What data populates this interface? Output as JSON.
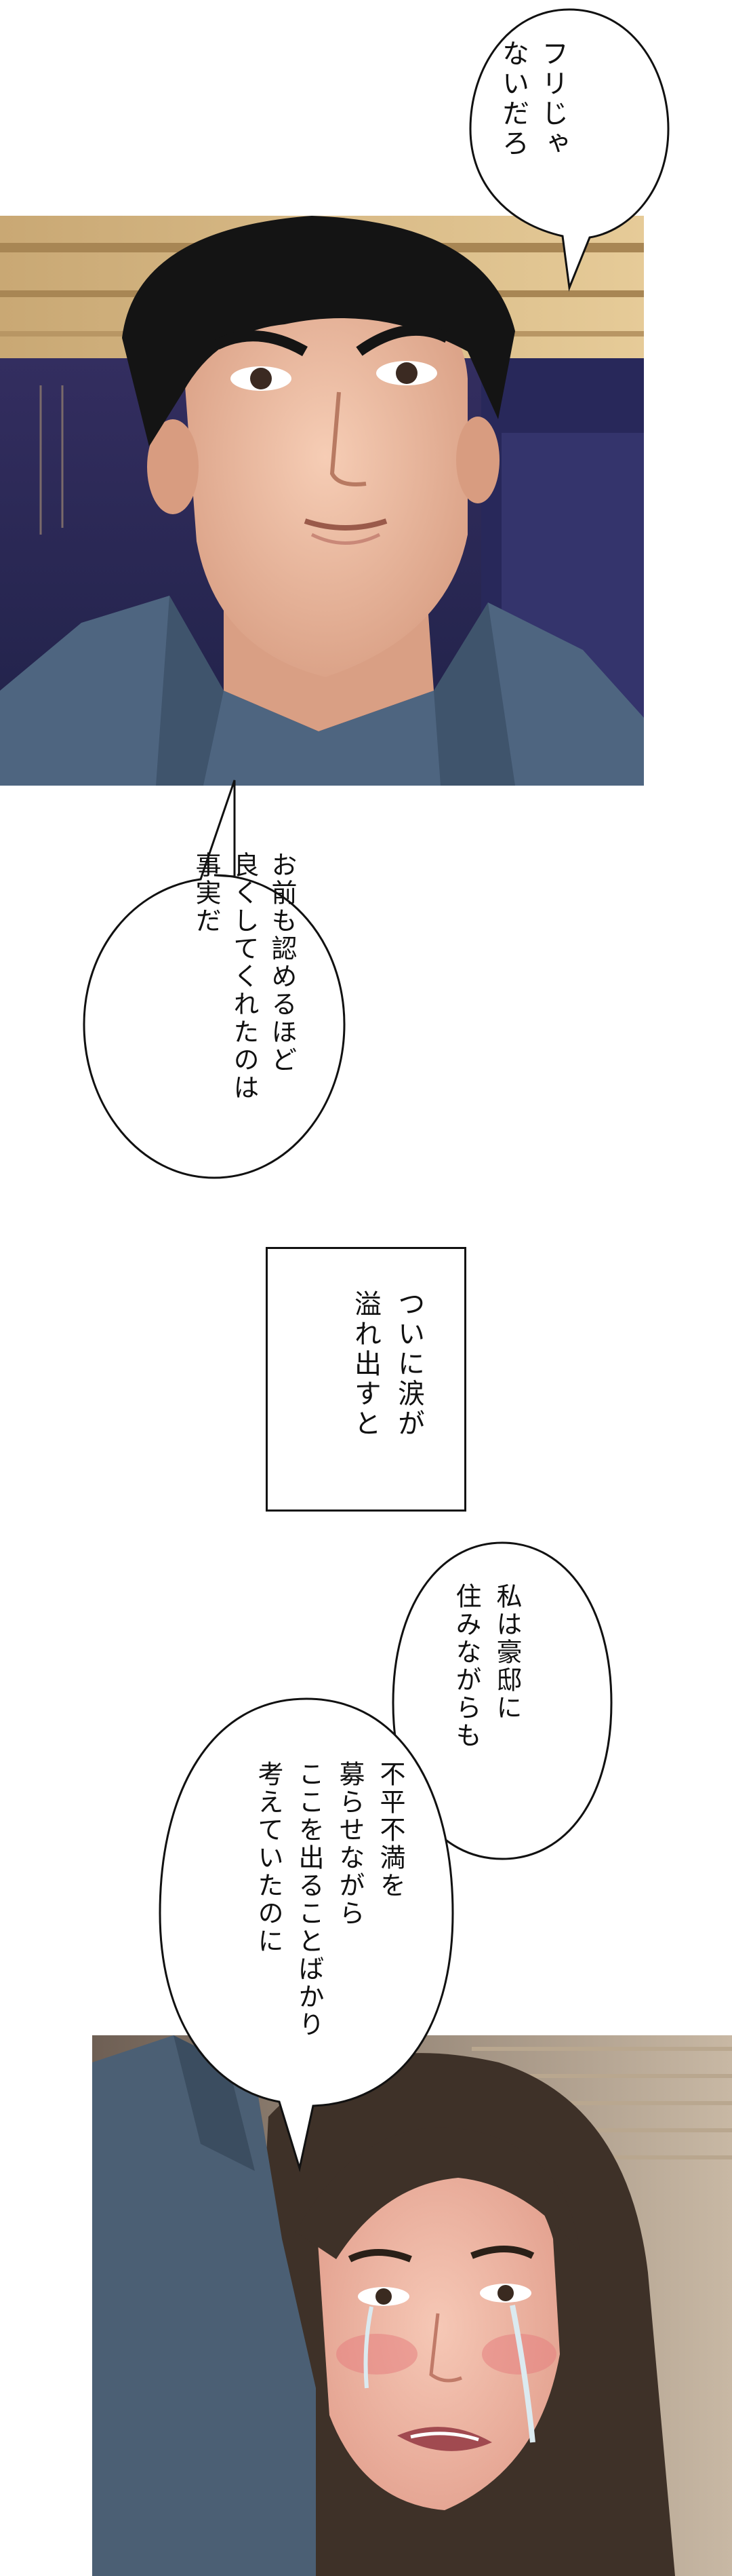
{
  "bubbles": {
    "b1": "フリじゃ\nないだろ",
    "b2": "お前も認めるほど\n良くしてくれたのは\n事実だ",
    "b3": "私は豪邸に\n住みながらも",
    "b4": "不平不満を\n募らせながら\nここを出ることばかり\n考えていたのに"
  },
  "caption": {
    "text": "ついに涙が\n溢れ出すと"
  },
  "colors": {
    "ink": "#111111",
    "paper": "#ffffff",
    "night_sky": "#2b2855",
    "shirt_blue": "#4e6580",
    "skin": "#e9b59b"
  }
}
